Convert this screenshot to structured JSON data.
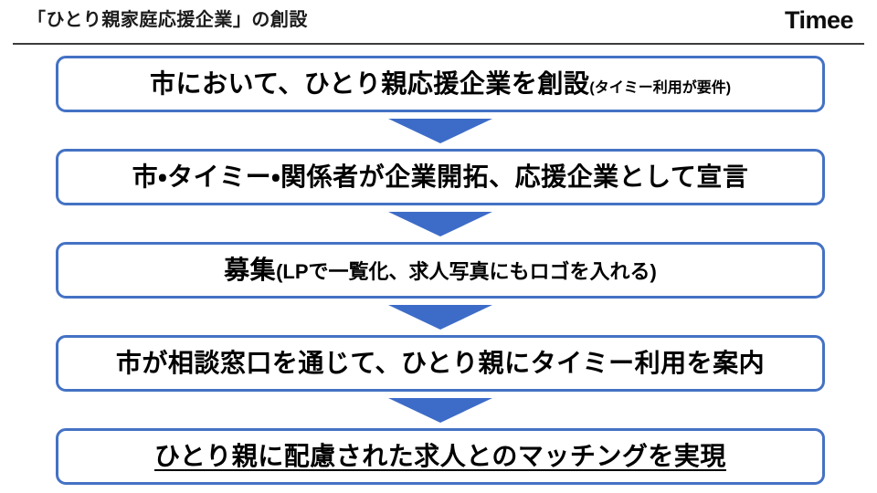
{
  "header": {
    "title": "「ひとり親家庭応援企業」の創設",
    "logo": "Timee"
  },
  "flow": {
    "steps": [
      {
        "main": "市において、ひとり親応援企業を創設",
        "note": "(タイミー利用が要件)"
      },
      {
        "main": "市・タイミー・関係者が企業開拓、応援企業として宣言",
        "note": ""
      },
      {
        "main": "募集",
        "note": "(LPで一覧化、求人写真にもロゴを入れる)"
      },
      {
        "main": "市が相談窓口を通じて、ひとり親にタイミー利用を案内",
        "note": ""
      },
      {
        "main": "ひとり親に配慮された求人とのマッチングを実現",
        "note": ""
      }
    ],
    "colors": {
      "box_border": "#4472C4",
      "arrow_fill": "#3D6CC8",
      "rule": "#3C3C3C"
    }
  }
}
